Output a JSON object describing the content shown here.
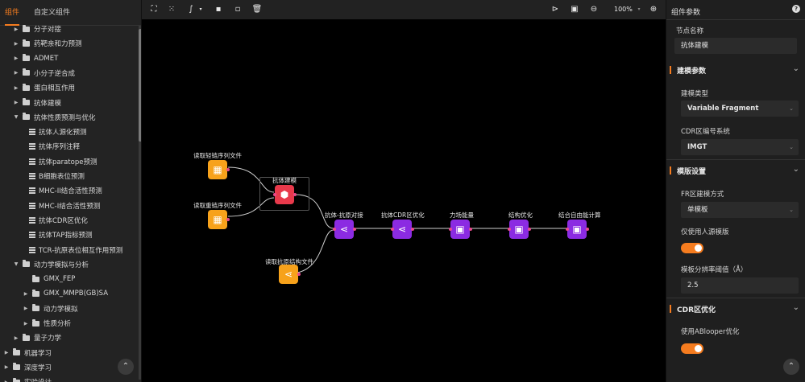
{
  "left_panel": {
    "tabs": [
      {
        "label": "组件",
        "active": true
      },
      {
        "label": "自定义组件",
        "active": false
      }
    ],
    "tree": [
      {
        "label": "分子对接",
        "type": "folder",
        "expanded": false,
        "indent": 1
      },
      {
        "label": "药靶亲和力预测",
        "type": "folder",
        "expanded": false,
        "indent": 1
      },
      {
        "label": "ADMET",
        "type": "folder",
        "expanded": false,
        "indent": 1
      },
      {
        "label": "小分子逆合成",
        "type": "folder",
        "expanded": false,
        "indent": 1
      },
      {
        "label": "蛋白相互作用",
        "type": "folder",
        "expanded": false,
        "indent": 1
      },
      {
        "label": "抗体建模",
        "type": "folder",
        "expanded": false,
        "indent": 1
      },
      {
        "label": "抗体性质预测与优化",
        "type": "folder",
        "expanded": true,
        "indent": 1
      },
      {
        "label": "抗体人源化预测",
        "type": "doc",
        "indent": 2
      },
      {
        "label": "抗体序列注释",
        "type": "doc",
        "indent": 2
      },
      {
        "label": "抗体paratope预测",
        "type": "doc",
        "indent": 2
      },
      {
        "label": "B细胞表位预测",
        "type": "doc",
        "indent": 2
      },
      {
        "label": "MHC-II结合活性预测",
        "type": "doc",
        "indent": 2
      },
      {
        "label": "MHC-I结合活性预测",
        "type": "doc",
        "indent": 2
      },
      {
        "label": "抗体CDR区优化",
        "type": "doc",
        "indent": 2
      },
      {
        "label": "抗体TAP指标预测",
        "type": "doc",
        "indent": 2
      },
      {
        "label": "TCR-抗原表位相互作用预测",
        "type": "doc",
        "indent": 2
      },
      {
        "label": "动力学模拟与分析",
        "type": "folder",
        "expanded": true,
        "indent": 1
      },
      {
        "label": "GMX_FEP",
        "type": "folder",
        "expanded": false,
        "indent": 2,
        "no_caret": true
      },
      {
        "label": "GMX_MMPB(GB)SA",
        "type": "folder",
        "expanded": false,
        "indent": 2
      },
      {
        "label": "动力学模拟",
        "type": "folder",
        "expanded": false,
        "indent": 2
      },
      {
        "label": "性质分析",
        "type": "folder",
        "expanded": false,
        "indent": 2
      },
      {
        "label": "量子力学",
        "type": "folder",
        "expanded": false,
        "indent": 1
      },
      {
        "label": "机器学习",
        "type": "folder",
        "expanded": false,
        "indent": 0
      },
      {
        "label": "深度学习",
        "type": "folder",
        "expanded": false,
        "indent": 0
      },
      {
        "label": "实验设计",
        "type": "folder",
        "expanded": false,
        "indent": 0
      }
    ],
    "collapse_icon": "double-chevron-up-icon"
  },
  "toolbar": {
    "left_icons": [
      "fit-view-icon",
      "grid-icon",
      "edge-style-icon",
      "copy-icon",
      "paste-icon",
      "delete-icon"
    ],
    "right_icons": [
      "run-icon",
      "fullscreen-icon",
      "zoom-out-icon",
      "zoom-in-icon"
    ],
    "zoom": "100%"
  },
  "canvas": {
    "nodes": [
      {
        "id": "n1",
        "label": "读取轻链序列文件",
        "color": "orange",
        "icon": "table-icon"
      },
      {
        "id": "n2",
        "label": "读取重链序列文件",
        "color": "orange",
        "icon": "table-icon"
      },
      {
        "id": "n3",
        "label": "抗体建模",
        "color": "red",
        "icon": "cube-icon"
      },
      {
        "id": "n4",
        "label": "读取抗原结构文件",
        "color": "orange",
        "icon": "share-icon"
      },
      {
        "id": "n5",
        "label": "抗体-抗原对接",
        "color": "purple",
        "icon": "share-icon"
      },
      {
        "id": "n6",
        "label": "抗体CDR区优化",
        "color": "purple",
        "icon": "share-icon"
      },
      {
        "id": "n7",
        "label": "力场能量",
        "color": "purple",
        "icon": "chip-icon"
      },
      {
        "id": "n8",
        "label": "结构优化",
        "color": "purple",
        "icon": "chip-icon"
      },
      {
        "id": "n9",
        "label": "结合自由能计算",
        "color": "purple",
        "icon": "chip-icon"
      }
    ]
  },
  "right_panel": {
    "title": "组件参数",
    "help_icon": "help-icon",
    "node_name_label": "节点名称",
    "node_name_value": "抗体建模",
    "sections": {
      "modeling": {
        "title": "建模参数",
        "model_type_label": "建模类型",
        "model_type_value": "Variable Fragment",
        "cdr_label": "CDR区编号系统",
        "cdr_value": "IMGT"
      },
      "template": {
        "title": "模版设置",
        "fr_label": "FR区建模方式",
        "fr_value": "单模板",
        "human_only_label": "仅使用人源模版",
        "human_only_on": true,
        "resolution_label": "模板分辨率阈值（Å）",
        "resolution_value": "2.5"
      },
      "cdr_opt": {
        "title": "CDR区优化",
        "ablooper_label": "使用ABlooper优化",
        "ablooper_on": true
      }
    }
  },
  "colors": {
    "accent": "#f57c1f",
    "orange_node": "#f7a21b",
    "purple_node": "#8b2be2",
    "red_node": "#e8394b"
  }
}
